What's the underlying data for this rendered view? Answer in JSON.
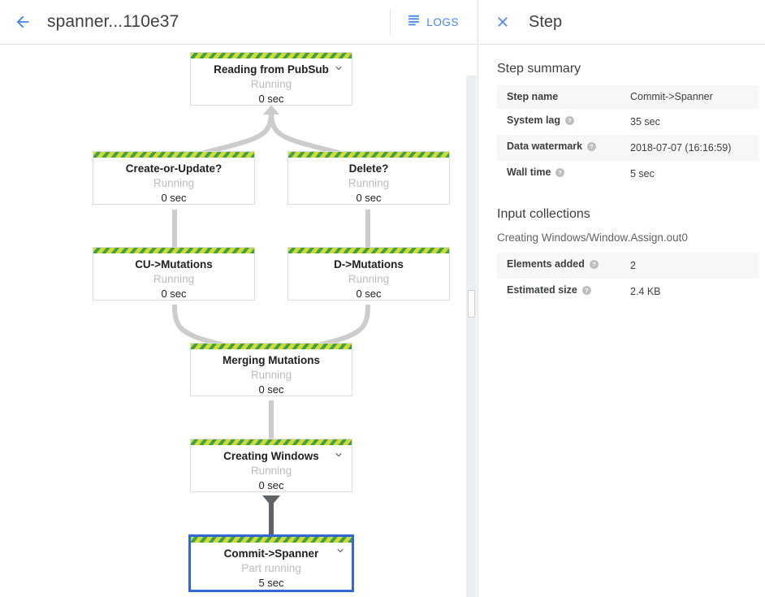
{
  "header": {
    "back_icon": "arrow-back-icon",
    "title": "spanner...110e37",
    "logs_label": "LOGS",
    "logs_icon": "subject-list-icon"
  },
  "colors": {
    "accent_blue": "#4285f4",
    "selected_border": "#3367d6",
    "bar_green": "#43a047",
    "bar_lime": "#cddc39",
    "edge_gray": "#cccccc",
    "edge_dark": "#5f6368",
    "status_gray": "#bdbdbd"
  },
  "graph": {
    "nodes": [
      {
        "id": "reading-from-pubsub",
        "title": "Reading from PubSub",
        "status": "Running",
        "time": "0 sec",
        "chevron": true,
        "selected": false
      },
      {
        "id": "create-or-update",
        "title": "Create-or-Update?",
        "status": "Running",
        "time": "0 sec",
        "chevron": false,
        "selected": false
      },
      {
        "id": "delete",
        "title": "Delete?",
        "status": "Running",
        "time": "0 sec",
        "chevron": false,
        "selected": false
      },
      {
        "id": "cu-mutations",
        "title": "CU->Mutations",
        "status": "Running",
        "time": "0 sec",
        "chevron": false,
        "selected": false
      },
      {
        "id": "d-mutations",
        "title": "D->Mutations",
        "status": "Running",
        "time": "0 sec",
        "chevron": false,
        "selected": false
      },
      {
        "id": "merging-mutations",
        "title": "Merging Mutations",
        "status": "Running",
        "time": "0 sec",
        "chevron": false,
        "selected": false
      },
      {
        "id": "creating-windows",
        "title": "Creating Windows",
        "status": "Running",
        "time": "0 sec",
        "chevron": true,
        "selected": false
      },
      {
        "id": "commit-spanner",
        "title": "Commit->Spanner",
        "status": "Part running",
        "time": "5 sec",
        "chevron": true,
        "selected": true
      }
    ]
  },
  "panel": {
    "close_icon": "close-icon",
    "title": "Step",
    "step_summary": {
      "heading": "Step summary",
      "rows": [
        {
          "key": "Step name",
          "help": false,
          "value": "Commit->Spanner"
        },
        {
          "key": "System lag",
          "help": true,
          "value": "35 sec"
        },
        {
          "key": "Data watermark",
          "help": true,
          "value": "2018-07-07 (16:16:59)"
        },
        {
          "key": "Wall time",
          "help": true,
          "value": "5 sec"
        }
      ]
    },
    "input_collections": {
      "heading": "Input collections",
      "subtext": "Creating Windows/Window.Assign.out0",
      "rows": [
        {
          "key": "Elements added",
          "help": true,
          "value": "2"
        },
        {
          "key": "Estimated size",
          "help": true,
          "value": "2.4 KB"
        }
      ]
    }
  }
}
